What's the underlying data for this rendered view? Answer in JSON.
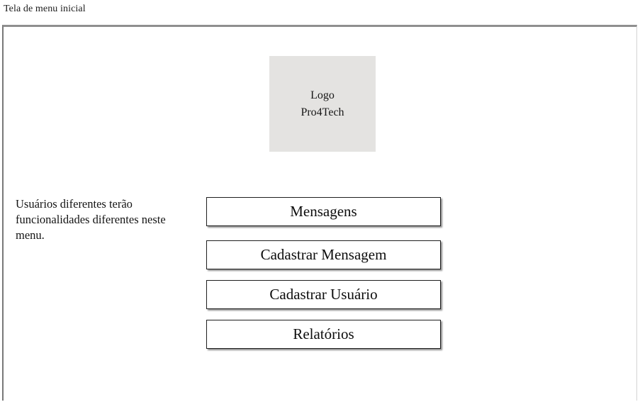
{
  "page": {
    "title": "Tela de menu inicial"
  },
  "logo": {
    "line1": "Logo",
    "line2": "Pro4Tech"
  },
  "note": {
    "text": "Usuários diferentes terão funcionalidades diferentes neste menu."
  },
  "menu": {
    "buttons": [
      {
        "label": "Mensagens"
      },
      {
        "label": "Cadastrar Mensagem"
      },
      {
        "label": "Cadastrar Usuário"
      },
      {
        "label": "Relatórios"
      }
    ]
  },
  "colors": {
    "logo_bg": "#e4e3e1",
    "frame_border": "#8f8f8f",
    "frame_border_dark": "#787878",
    "frame_border_light": "#d4d4d4",
    "button_border": "#1f1f1f"
  }
}
